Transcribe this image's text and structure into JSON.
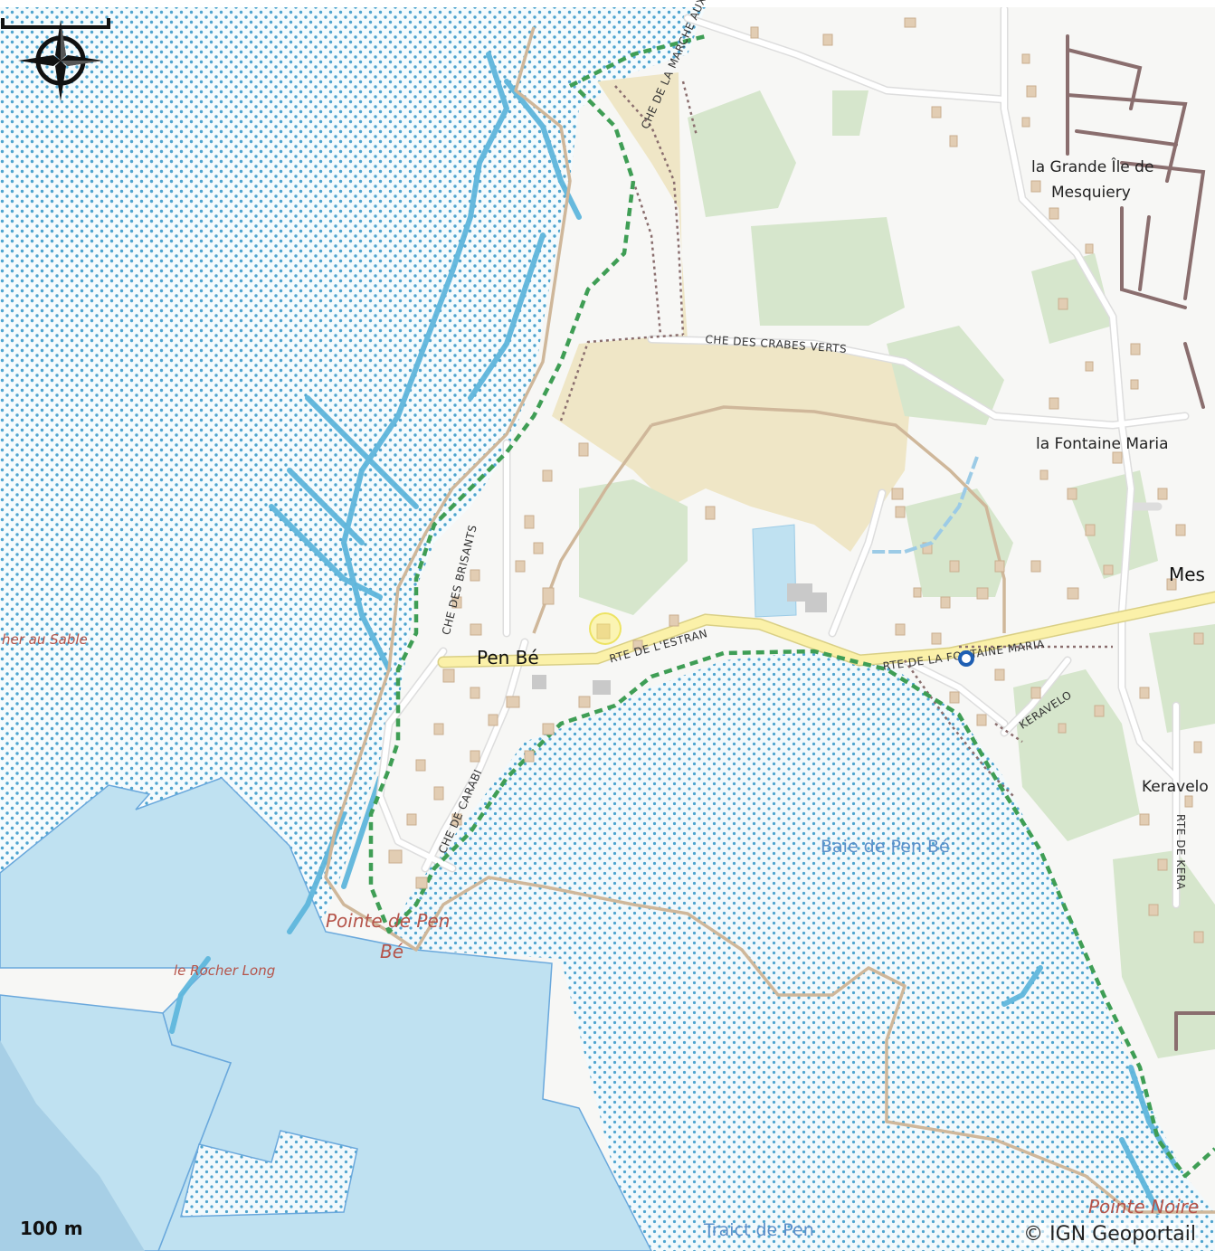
{
  "map": {
    "colors": {
      "sea": "#bfe1f1",
      "marsh_dots": "#4ea4cf",
      "marsh_channel": "#5fb6dc",
      "wood": "#d6e6cc",
      "sand": "#efe6c6",
      "building": "#e2cdb3",
      "main_road": "#fbf1a9",
      "coast_path": "#3f9e55",
      "trail": "#cfb79a"
    },
    "places": {
      "grande_ile": "la Grande Île de",
      "grande_ile_2": "Mesquiery",
      "fontaine_maria": "la Fontaine Maria",
      "mes_partial": "Mes",
      "pen_be": "Pen Bé",
      "keravelo_partial": "Keravelo"
    },
    "water": {
      "baie": "Baie de Pen Bé",
      "traict": "Traict de Pen"
    },
    "capes": {
      "pointe_pen_be": "Pointe de Pen",
      "pointe_pen_be_2": "Bé",
      "rocher_long": "le Rocher Long",
      "rocher_au_sable": "her au Sable",
      "pointe_noire": "Pointe Noire"
    },
    "roads": {
      "marche_boeufs": "CHE DE LA MARCHE AUX BOEUFS",
      "crabes_verts": "CHE DES CRABES VERTS",
      "brisants": "CHE DES BRISANTS",
      "estran": "RTE DE L'ESTRAN",
      "fontaine_maria": "RTE DE LA FONTAINE MARIA",
      "keravelo": "KERAVELO",
      "carabi": "CHE DE CARABI",
      "rte_kera": "RTE DE KERA"
    },
    "compass_icon": "compass-rose-icon",
    "scale_label": "100 m",
    "attribution": "© IGN Geoportail"
  }
}
